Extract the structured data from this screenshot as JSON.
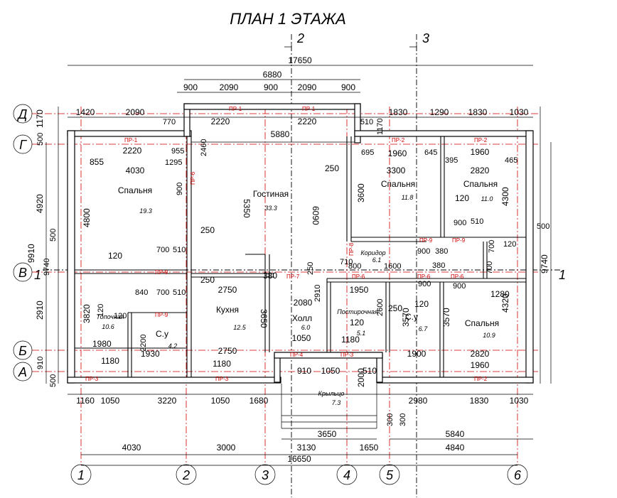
{
  "title": "ПЛАН 1 ЭТАЖА",
  "cuts": {
    "c1": "1",
    "c2": "2",
    "c3": "3"
  },
  "axes_h": [
    "Д",
    "Г",
    "В",
    "Б",
    "А"
  ],
  "axes_v": [
    "1",
    "2",
    "3",
    "4",
    "5",
    "6"
  ],
  "rooms": [
    {
      "name": "Спальня",
      "area": "19.3"
    },
    {
      "name": "Гостиная",
      "area": "33.3"
    },
    {
      "name": "Спальня",
      "area": "11.8"
    },
    {
      "name": "Спальня",
      "area": "11.0"
    },
    {
      "name": "Коридор",
      "area": "6.1"
    },
    {
      "name": "Топочная",
      "area": "10.6"
    },
    {
      "name": "С.у",
      "area": "4.2"
    },
    {
      "name": "Кухня",
      "area": "12.5"
    },
    {
      "name": "Холл",
      "area": "6.0"
    },
    {
      "name": "Постирочная",
      "area": "5.1"
    },
    {
      "name": "С.у",
      "area": "6.7"
    },
    {
      "name": "Спальня",
      "area": "10.9"
    },
    {
      "name": "Крыльцо",
      "area": "7.3"
    }
  ],
  "openings": {
    "pr1": "ПР-1",
    "pr2": "ПР-2",
    "pr3": "ПР-3",
    "pr4": "ПР-4",
    "pr5": "ПР-5",
    "pr6": "ПР-6",
    "pr7": "ПР-7",
    "pr8": "ПР-8",
    "pr9": "ПР-9"
  },
  "dims": {
    "total_top": "17650",
    "top_6880": "6880",
    "top_900a": "900",
    "top_2090a": "2090",
    "top_900b": "900",
    "top_2090b": "2090",
    "top_900c": "900",
    "r1_1420": "1420",
    "r1_2090": "2090",
    "r1_770": "770",
    "r1_2220a": "2220",
    "r1_5880": "5880",
    "r1_2220b": "2220",
    "r1_510": "510",
    "r1_1830a": "1830",
    "r1_1290": "1290",
    "r1_1830b": "1830",
    "r1_1030": "1030",
    "bot_1160": "1160",
    "bot_1050a": "1050",
    "bot_3220": "3220",
    "bot_1050b": "1050",
    "bot_1680": "1680",
    "bot_2980": "2980",
    "bot_1830": "1830",
    "bot_1030": "1030",
    "bot_4030": "4030",
    "bot_3000": "3000",
    "bot_3130": "3130",
    "bot_1650": "1650",
    "bot_4840": "4840",
    "bot_16650": "16650",
    "bot_3650": "3650",
    "bot_5840": "5840",
    "left_1170": "1170",
    "left_500a": "500",
    "left_4920": "4920",
    "left_500b": "500",
    "left_9910": "9910",
    "left_2910": "2910",
    "left_910": "910",
    "left_500c": "500",
    "right_9740a": "9740",
    "right_9740b": "9740",
    "right_500": "500",
    "right_1170": "1170",
    "i_2220a": "2220",
    "i_955": "955",
    "i_1295": "1295",
    "i_855": "855",
    "i_4030": "4030",
    "i_4800": "4800",
    "i_900a": "900",
    "i_250a": "250",
    "i_5350": "5350",
    "i_6090": "6090",
    "i_250b": "250",
    "i_2460": "2460",
    "i_695": "695",
    "i_1960a": "1960",
    "i_645": "645",
    "i_1960b": "1960",
    "i_395": "395",
    "i_465": "465",
    "i_3300": "3300",
    "i_2820a": "2820",
    "i_3600": "3600",
    "i_4300": "4300",
    "i_120a": "120",
    "i_900b": "900",
    "i_510a": "510",
    "i_700a": "700",
    "i_120b": "120",
    "i_900c": "900",
    "i_380a": "380",
    "i_1600": "1600",
    "i_380b": "380",
    "i_900d": "900",
    "i_900e": "900",
    "i_700b": "700",
    "i_510b": "510",
    "i_510c": "510",
    "i_120c": "120",
    "i_250c": "250",
    "i_380c": "380",
    "i_250d": "250",
    "i_700c": "700",
    "i_840": "840",
    "i_2750a": "2750",
    "i_3650": "3650",
    "i_2080": "2080",
    "i_1950": "1950",
    "i_250e": "250",
    "i_2600": "2600",
    "i_120d": "120",
    "i_3570a": "3570",
    "i_120e": "120",
    "i_3570b": "3570",
    "i_1280": "1280",
    "i_4320": "4320",
    "i_3820": "3820",
    "i_2200": "2200",
    "i_1980": "1980",
    "i_1930": "1930",
    "i_1180a": "1180",
    "i_2750b": "2750",
    "i_1050": "1050",
    "i_1180b": "1180",
    "i_1900": "1900",
    "i_2820b": "2820",
    "i_1960c": "1960",
    "i_1180c": "1180",
    "i_910": "910",
    "i_1050b": "1050",
    "i_510d": "510",
    "i_2000": "2000",
    "i_300a": "300",
    "i_300b": "300",
    "i_120f": "120",
    "i_2910": "2910",
    "i_710": "710",
    "i_800": "800"
  }
}
